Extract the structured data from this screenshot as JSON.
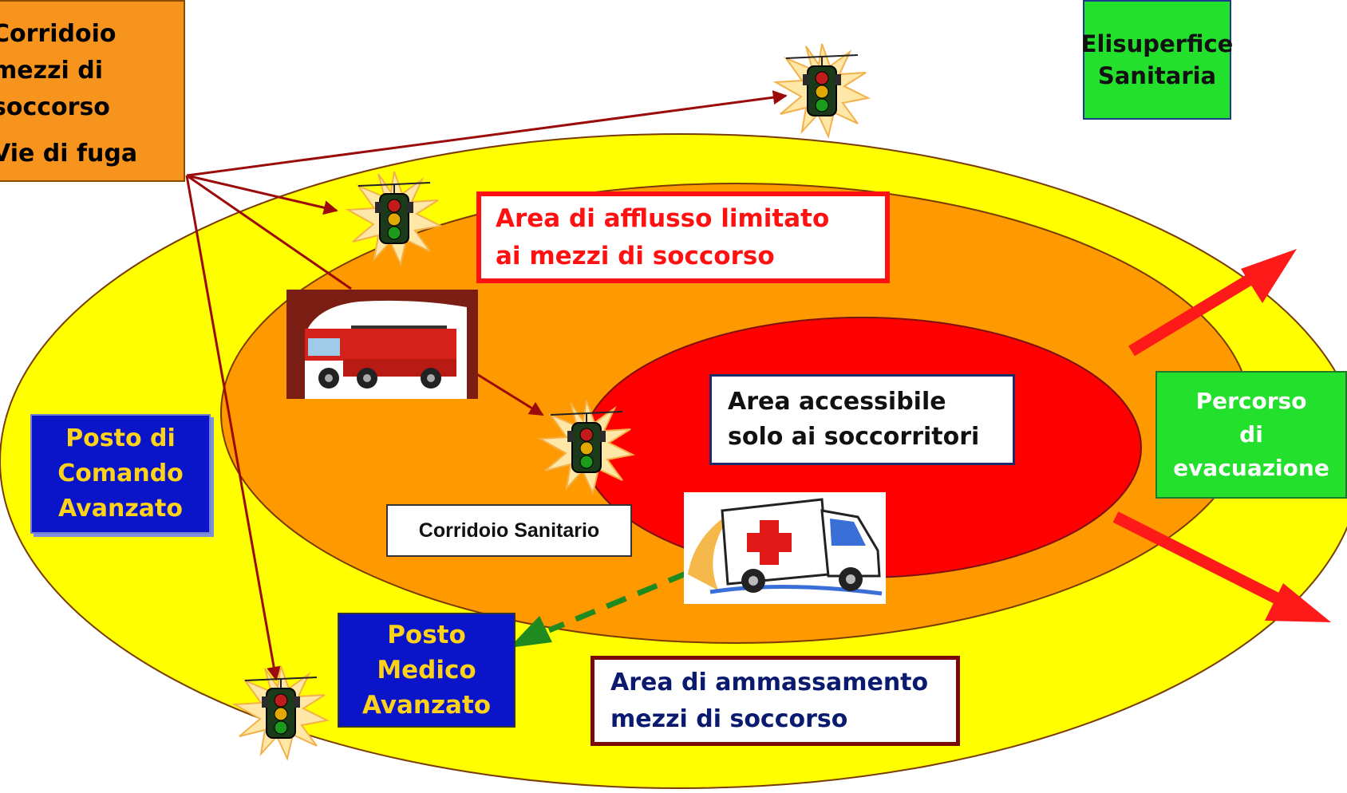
{
  "boxes": {
    "corridoio_mezzi": {
      "line1": "Corridoio",
      "line2": "mezzi di",
      "line3": "soccorso",
      "line4": "Vie di fuga"
    },
    "elisuperficie": {
      "line1": "Elisuperfice",
      "line2": "Sanitaria"
    },
    "percorso_evacuazione": {
      "line1": "Percorso",
      "line2": "di",
      "line3": "evacuazione"
    },
    "posto_comando": {
      "line1": "Posto di",
      "line2": "Comando",
      "line3": "Avanzato"
    },
    "posto_medico": {
      "line1": "Posto",
      "line2": "Medico",
      "line3": "Avanzato"
    },
    "area_afflusso": {
      "line1": "Area di afflusso limitato",
      "line2": "ai mezzi di soccorso"
    },
    "area_accessibile": {
      "line1": "Area accessibile",
      "line2": "solo ai soccorritori"
    },
    "corridoio_sanitario": "Corridoio Sanitario",
    "area_ammassamento": {
      "line1": "Area di ammassamento",
      "line2": "mezzi di soccorso"
    }
  },
  "colors": {
    "outer_zone": "#ffff00",
    "middle_zone": "#ff9900",
    "inner_zone": "#ff0000",
    "arrow_dark_red": "#9b0b0b",
    "evacuation_arrow": "#ff1a1a",
    "dashed_arrow": "#1f8a1f",
    "command_box": "#0a14c8",
    "green_box": "#22e02c"
  },
  "icons": [
    "traffic-light-icon",
    "fire-truck-image",
    "ambulance-image"
  ]
}
